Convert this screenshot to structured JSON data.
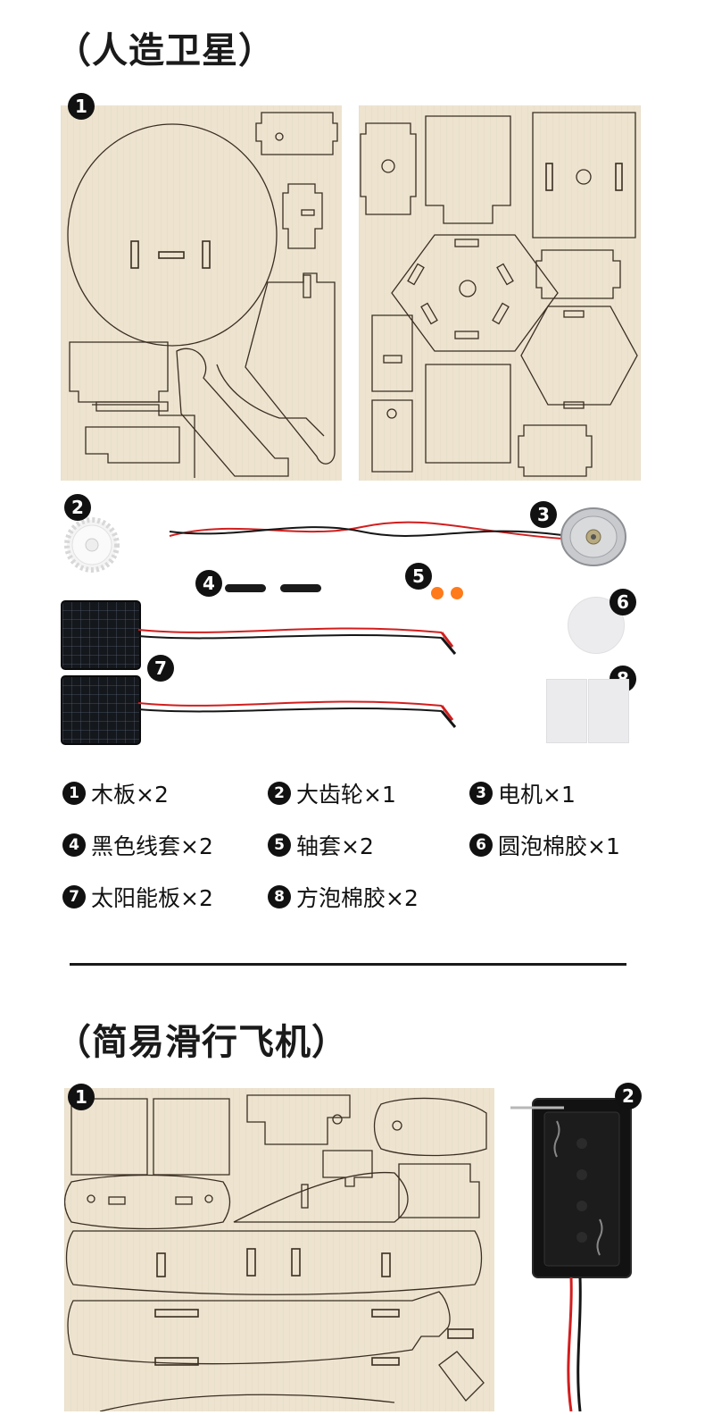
{
  "sections": [
    {
      "title": "（人造卫星）",
      "badges": [
        "1",
        "2",
        "3",
        "4",
        "5",
        "6",
        "7",
        "8"
      ],
      "legend": [
        {
          "num": "1",
          "text": "木板×2"
        },
        {
          "num": "2",
          "text": "大齿轮×1"
        },
        {
          "num": "3",
          "text": "电机×1"
        },
        {
          "num": "4",
          "text": "黑色线套×2"
        },
        {
          "num": "5",
          "text": "轴套×2"
        },
        {
          "num": "6",
          "text": "圆泡棉胶×1"
        },
        {
          "num": "7",
          "text": "太阳能板×2"
        },
        {
          "num": "8",
          "text": "方泡棉胶×2"
        }
      ]
    },
    {
      "title": "（简易滑行飞机）",
      "badges": [
        "1",
        "2"
      ]
    }
  ],
  "colors": {
    "wood": "#ede3cf",
    "badge": "#111111",
    "wire_red": "#d21e1e",
    "wire_black": "#161616",
    "orange": "#ff7a1a"
  },
  "icons": [
    "wood-board-image",
    "gear-image",
    "motor-image",
    "solar-panel-image",
    "battery-box-image"
  ]
}
